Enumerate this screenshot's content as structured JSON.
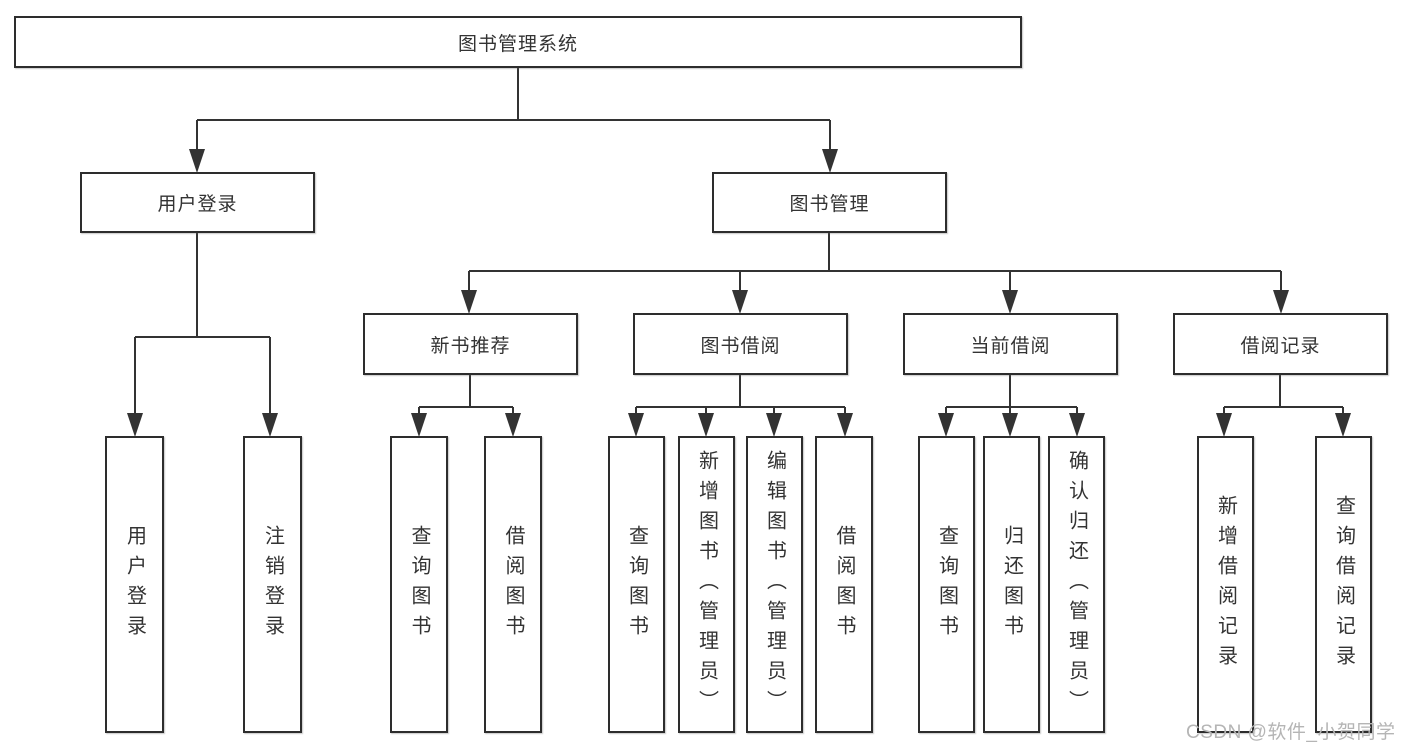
{
  "diagram": {
    "root_label": "图书管理系统",
    "branches": {
      "user_login": {
        "label": "用户登录",
        "children": [
          "用户登录",
          "注销登录"
        ]
      },
      "book_management": {
        "label": "图书管理",
        "groups": [
          {
            "label": "新书推荐",
            "children": [
              "查询图书",
              "借阅图书"
            ]
          },
          {
            "label": "图书借阅",
            "children": [
              "查询图书",
              "新增图书（管理员）",
              "编辑图书（管理员）",
              "借阅图书"
            ]
          },
          {
            "label": "当前借阅",
            "children": [
              "查询图书",
              "归还图书",
              "确认归还（管理员）"
            ]
          },
          {
            "label": "借阅记录",
            "children": [
              "新增借阅记录",
              "查询借阅记录"
            ]
          }
        ]
      }
    }
  },
  "watermark": {
    "text": "CSDN @软件_小贺同学"
  },
  "colors": {
    "line": "#333333",
    "box_border": "#2d2d2d",
    "box_fill": "#ffffff",
    "text": "#333333",
    "watermark": "#b5b5b5",
    "background": "#ffffff"
  }
}
